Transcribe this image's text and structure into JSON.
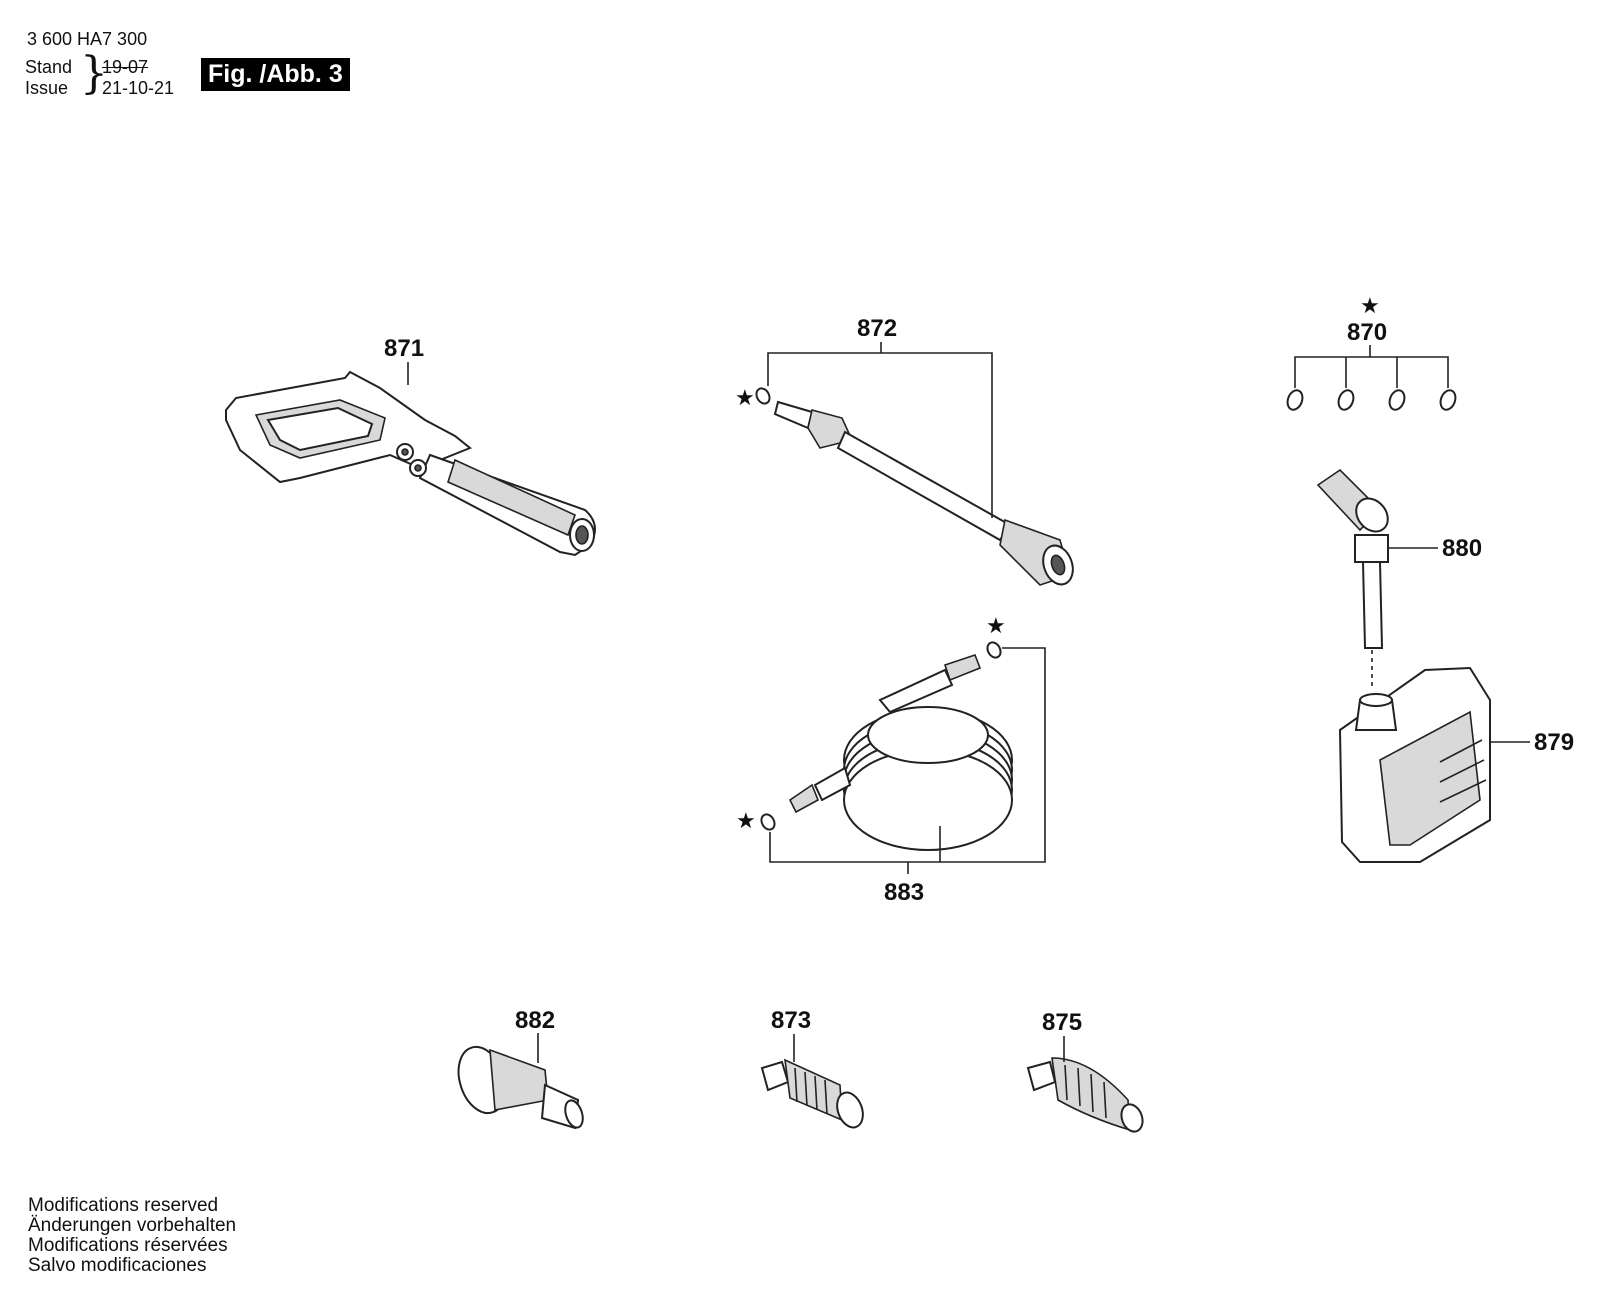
{
  "header": {
    "doc_number": "3 600 HA7 300",
    "stand_label": "Stand",
    "issue_label": "Issue",
    "brace": "}",
    "old_stand": "19-07",
    "issue_date": "21-10-21",
    "figure": "Fig. /Abb. 3"
  },
  "footer": {
    "lines": [
      "Modifications reserved",
      "Änderungen vorbehalten",
      "Modifications réservées",
      "Salvo modificaciones"
    ]
  },
  "parts": {
    "p871": "871",
    "p872": "872",
    "p870": "870",
    "p880": "880",
    "p879": "879",
    "p883": "883",
    "p882": "882",
    "p873": "873",
    "p875": "875"
  },
  "marks": {
    "star": "★"
  }
}
